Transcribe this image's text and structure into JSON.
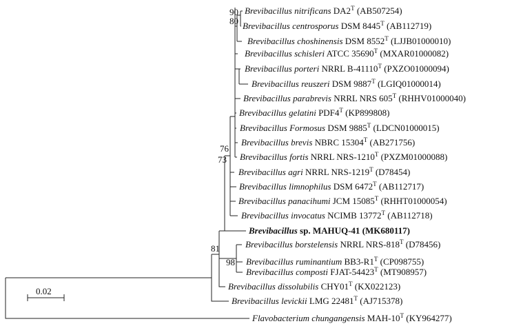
{
  "taxa": [
    {
      "genus": "Brevibacillus",
      "species": "nitrificans",
      "strain": "DA2",
      "accession": "(AB507254)"
    },
    {
      "genus": "Brevibacillus",
      "species": "centrosporus",
      "strain": "DSM 8445",
      "accession": "(AB112719)"
    },
    {
      "genus": "Brevibacillus",
      "species": "choshinensis",
      "strain": "DSM 8552",
      "accession": "(LJJB01000010)"
    },
    {
      "genus": "Brevibacillus",
      "species": "schisleri",
      "strain": "ATCC 35690",
      "accession": "(MXAR01000082)"
    },
    {
      "genus": "Brevibacillus",
      "species": "porteri",
      "strain": "NRRL B-41110",
      "accession": "(PXZO01000094)"
    },
    {
      "genus": "Brevibacillus",
      "species": "reuszeri",
      "strain": "DSM 9887",
      "accession": "(LGIQ01000014)"
    },
    {
      "genus": "Brevibacillus",
      "species": "parabrevis",
      "strain": "NRRL NRS 605",
      "accession": "(RHHV01000040)"
    },
    {
      "genus": "Brevibacillus",
      "species": "gelatini",
      "strain": "PDF4",
      "accession": "(KP899808)"
    },
    {
      "genus": "Brevibacillus",
      "species": "Formosus",
      "strain": "DSM 9885",
      "accession": "(LDCN01000015)"
    },
    {
      "genus": "Brevibacillus",
      "species": "brevis",
      "strain": "NBRC 15304",
      "accession": "(AB271756)"
    },
    {
      "genus": "Brevibacillus",
      "species": "fortis",
      "strain": "NRRL NRS-1210",
      "accession": "(PXZM01000088)"
    },
    {
      "genus": "Brevibacillus",
      "species": "agri",
      "strain": "NRRL NRS-1219",
      "accession": "(D78454)"
    },
    {
      "genus": "Brevibacillus",
      "species": "limnophilus",
      "strain": "DSM 6472",
      "accession": "(AB112717)"
    },
    {
      "genus": "Brevibacillus",
      "species": "panacihumi",
      "strain": "JCM 15085",
      "accession": "(RHHT01000054)"
    },
    {
      "genus": "Brevibacillus",
      "species": "invocatus",
      "strain": "NCIMB 13772",
      "accession": "(AB112718)"
    },
    {
      "genus": "Brevibacillus",
      "species": "sp. MAHUQ-41",
      "strain": "",
      "accession": "(MK680117)",
      "highlight": true
    },
    {
      "genus": "Brevibacillus",
      "species": "borstelensis",
      "strain": "NRRL NRS-818",
      "accession": "(D78456)"
    },
    {
      "genus": "Brevibacillus",
      "species": "ruminantium",
      "strain": "BB3-R1",
      "accession": "(CP098755)"
    },
    {
      "genus": "Brevibacillus",
      "species": "composti",
      "strain": "FJAT-54423",
      "accession": "(MT908957)"
    },
    {
      "genus": "Brevibacillus",
      "species": "dissolubilis",
      "strain": "CHY01",
      "accession": "(KX022123)"
    },
    {
      "genus": "Brevibacillus",
      "species": "levickii",
      "strain": "LMG 22481",
      "accession": "(AJ715378)"
    },
    {
      "genus": "Flavobacterium",
      "species": "chungangensis",
      "strain": "MAH-10",
      "accession": "(KY964277)"
    }
  ],
  "type_strain_mark": "T",
  "bootstrap": [
    "90",
    "80",
    "76",
    "73",
    "81",
    "98"
  ],
  "scale_bar": {
    "label": "0.02"
  }
}
